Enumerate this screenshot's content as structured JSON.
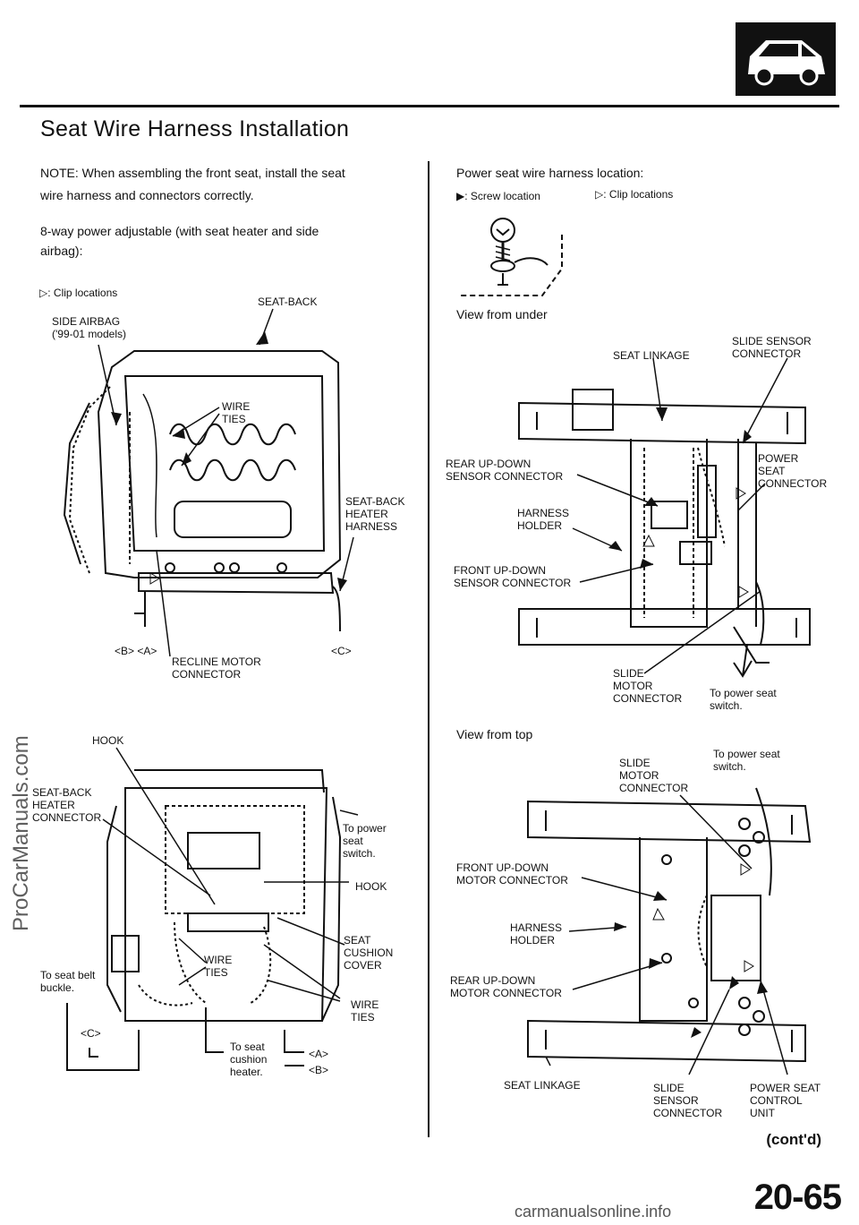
{
  "section_icon": "car-icon",
  "title": "Seat Wire Harness Installation",
  "note_lines": [
    "NOTE:  When assembling the front seat, install the seat",
    "wire harness and connectors correctly."
  ],
  "config_lines": [
    "8-way power adjustable (with seat heater and side",
    "airbag):"
  ],
  "left_legend": "▷: Clip locations",
  "right_header": "Power seat wire harness location:",
  "screw_legend": "▶: Screw  location",
  "clip_legend": "▷: Clip locations",
  "view_under": "View from under",
  "view_top": "View from top",
  "seatback_labels": {
    "seat_back": "SEAT-BACK",
    "side_airbag": "SIDE AIRBAG\n('99-01 models)",
    "wire_ties": "WIRE\nTIES",
    "heater_harness": "SEAT-BACK\nHEATER\nHARNESS",
    "b_a": "<B> <A>",
    "recline": "RECLINE MOTOR\nCONNECTOR",
    "c": "<C>"
  },
  "cushion_labels": {
    "hook_top": "HOOK",
    "heater_connector": "SEAT-BACK\nHEATER\nCONNECTOR",
    "to_power_switch": "To power\nseat\nswitch.",
    "hook_right": "HOOK",
    "seat_cushion_cover": "SEAT\nCUSHION\nCOVER",
    "wire_ties_mid": "WIRE\nTIES",
    "wire_ties_right": "WIRE\nTIES",
    "to_belt": "To seat belt\nbuckle.",
    "c": "<C>",
    "to_cushion_heater": "To seat\ncushion\nheater.",
    "a": "<A>",
    "b": "<B>"
  },
  "under_labels": {
    "seat_linkage": "SEAT LINKAGE",
    "slide_sensor": "SLIDE SENSOR\nCONNECTOR",
    "rear_sensor": "REAR UP-DOWN\nSENSOR CONNECTOR",
    "power_seat_conn": "POWER\nSEAT\nCONNECTOR",
    "harness_holder": "HARNESS\nHOLDER",
    "front_sensor": "FRONT UP-DOWN\nSENSOR CONNECTOR",
    "slide_motor": "SLIDE\nMOTOR\nCONNECTOR",
    "to_switch": "To power seat\nswitch."
  },
  "top_labels": {
    "slide_motor": "SLIDE\nMOTOR\nCONNECTOR",
    "to_switch": "To power seat\nswitch.",
    "front_motor": "FRONT  UP-DOWN\nMOTOR  CONNECTOR",
    "harness_holder": "HARNESS\nHOLDER",
    "rear_motor": "REAR UP-DOWN\nMOTOR  CONNECTOR",
    "seat_linkage": "SEAT LINKAGE",
    "slide_sensor": "SLIDE\nSENSOR\nCONNECTOR",
    "power_unit": "POWER SEAT\nCONTROL\nUNIT"
  },
  "contd": "(cont'd)",
  "page_number": "20-65",
  "watermark": "ProCarManuals.com",
  "footer_url": "carmanualsonline.info"
}
